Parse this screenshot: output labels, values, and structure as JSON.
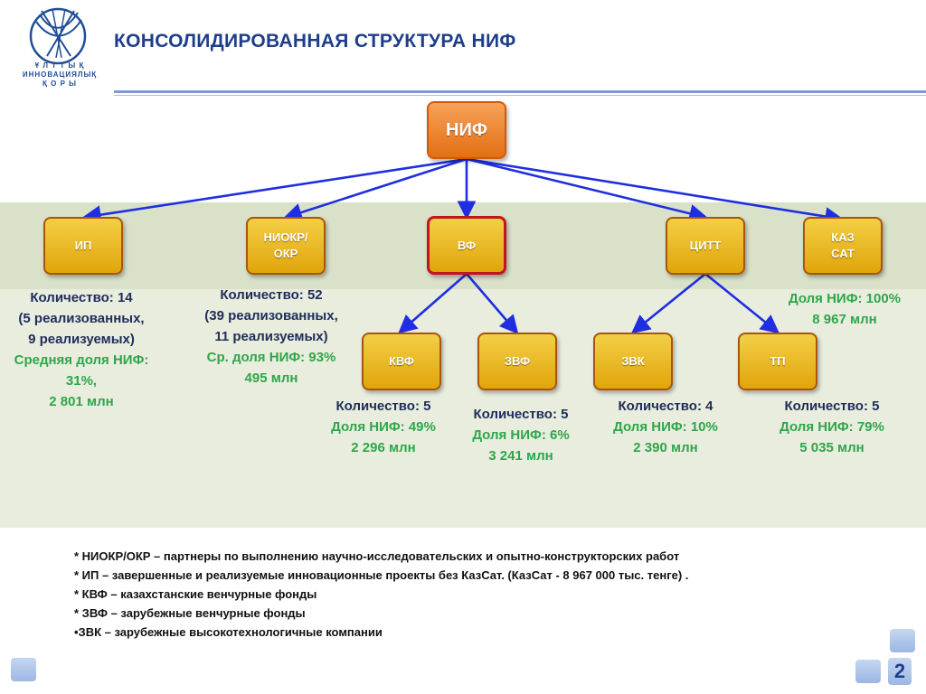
{
  "header": {
    "title": "КОНСОЛИДИРОВАННАЯ СТРУКТУРА НИФ",
    "logo_lines": [
      "Ұ Л Т Т Ы Қ",
      "ИННОВАЦИЯЛЫҚ",
      "Қ О Р Ы"
    ]
  },
  "nodes": {
    "root": "НИФ",
    "ip": "ИП",
    "niokr": "НИОКР/ ОКР",
    "vf": "ВФ",
    "citt": "ЦИТТ",
    "kazsat": "КАЗ САТ",
    "kvf": "КВФ",
    "zvf": "ЗВФ",
    "zvk": "ЗВК",
    "tp": "ТП"
  },
  "info": {
    "ip": [
      "Количество: 14",
      "(5 реализованных,",
      "9 реализуемых)",
      "Средняя доля НИФ:",
      "31%,",
      "2 801 млн"
    ],
    "niokr": [
      "Количество: 52",
      "(39 реализованных,",
      "11 реализуемых)",
      "Ср. доля НИФ: 93%",
      "495 млн"
    ],
    "kazsat": [
      "Доля НИФ: 100%",
      "8 967 млн"
    ],
    "kvf": [
      "Количество: 5",
      "Доля НИФ: 49%",
      "2 296 млн"
    ],
    "zvf": [
      "Количество: 5",
      "Доля НИФ: 6%",
      "3 241 млн"
    ],
    "zvk": [
      "Количество: 4",
      "Доля НИФ: 10%",
      "2 390 млн"
    ],
    "tp": [
      "Количество: 5",
      "Доля НИФ: 79%",
      "5 035 млн"
    ]
  },
  "notes": [
    "* НИОКР/ОКР – партнеры по выполнению научно-исследовательских и опытно-конструкторских работ",
    "* ИП – завершенные и реализуемые инновационные проекты без КазСат. (КазСат - 8 967 000 тыс. тенге) .",
    "* КВФ – казахстанские венчурные фонды",
    "* ЗВФ – зарубежные венчурные фонды",
    "•ЗВК – зарубежные высокотехнологичные компании"
  ],
  "page_number": "2",
  "colors": {
    "title": "#1f3e8a",
    "arrow": "#1f2ee0",
    "dark_text": "#1f2d5a",
    "green_text": "#2fa64a",
    "root_fill": "#f08a30",
    "node_fill": "#e8b523",
    "selected_border": "#c4141f"
  }
}
